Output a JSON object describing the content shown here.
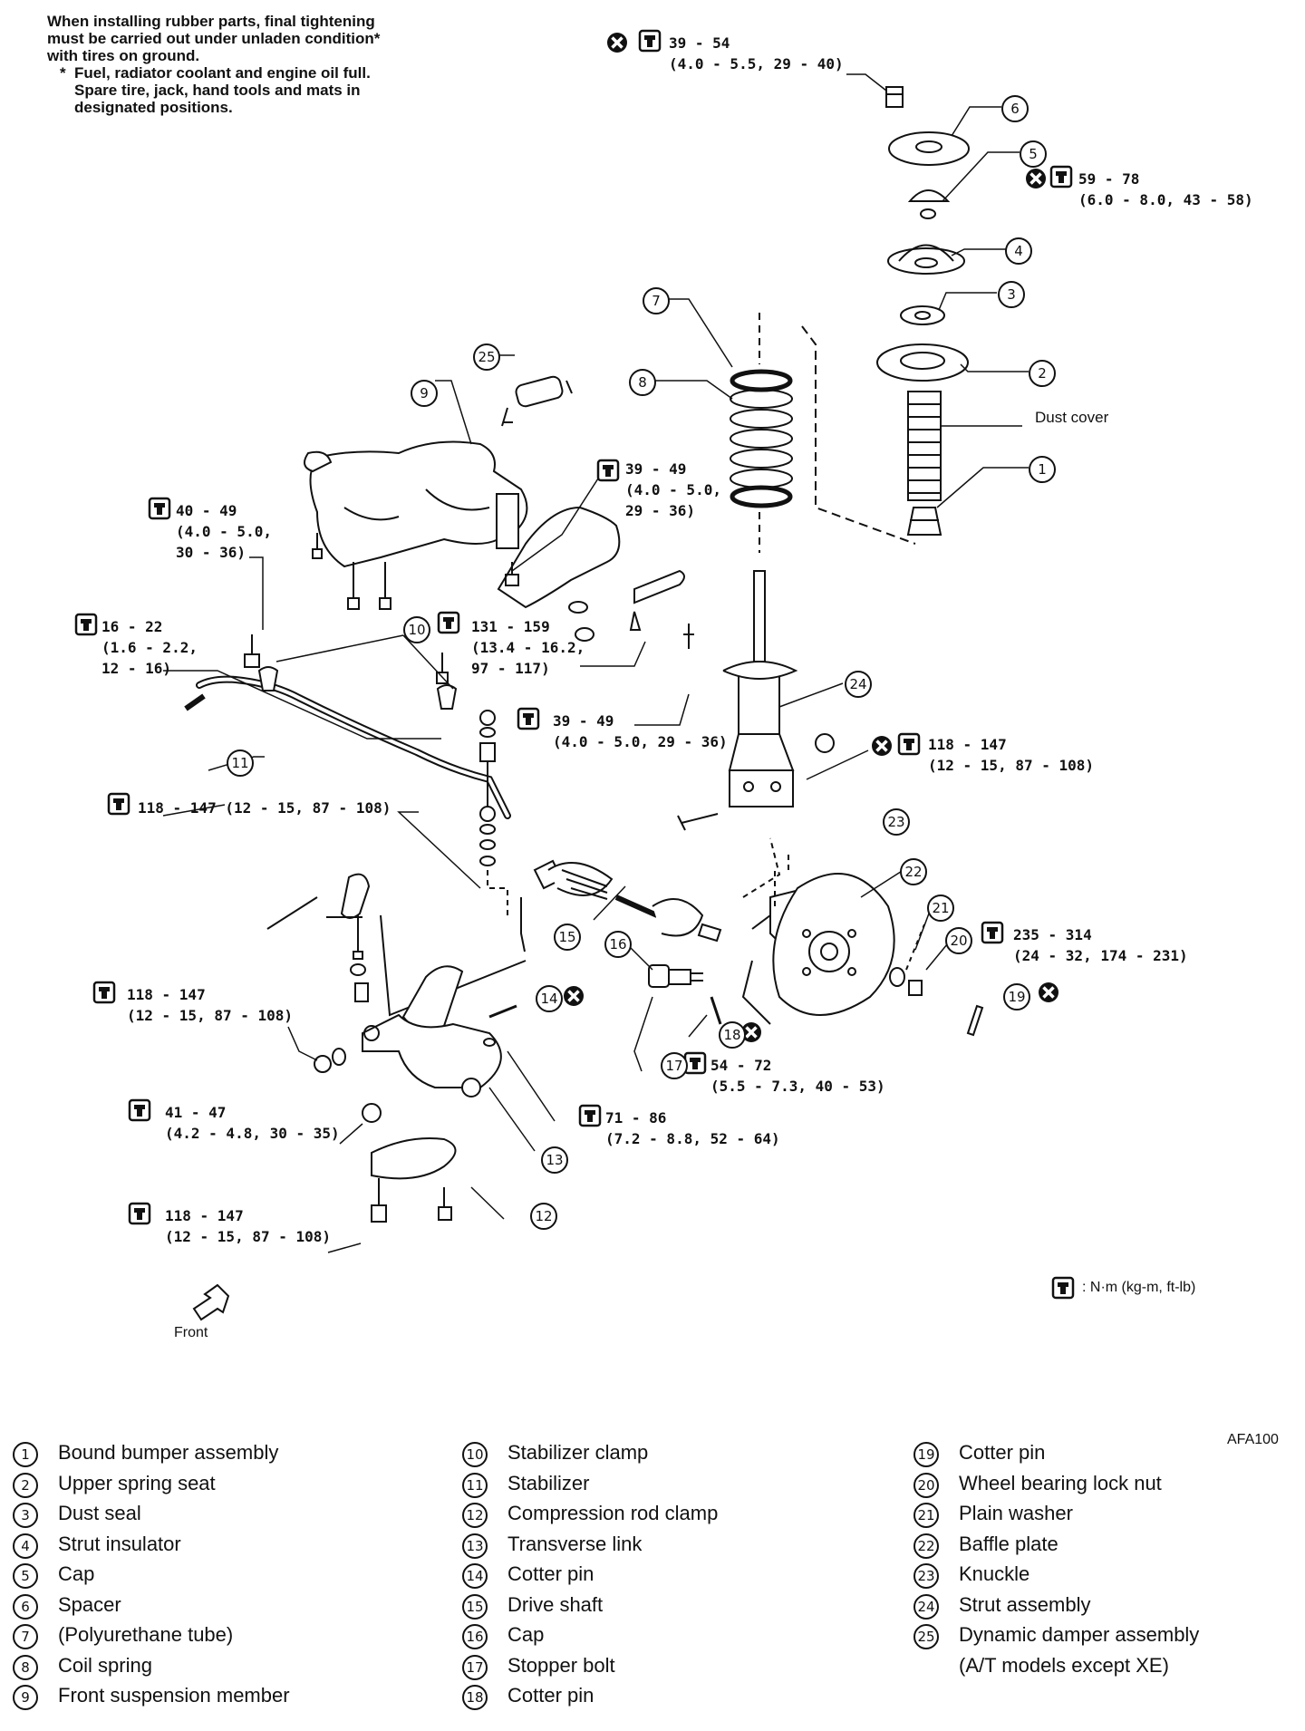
{
  "note": {
    "line1": "When installing rubber parts, final tightening",
    "line2": "must be carried out under unladen condition*",
    "line3": "with tires on ground.",
    "star": "*",
    "line4": "Fuel, radiator coolant and engine oil full.",
    "line5": "Spare tire, jack, hand tools and mats in",
    "line6": "designated positions."
  },
  "torques": {
    "t1": {
      "a": "39 - 54",
      "b": "(4.0 - 5.5, 29 - 40)"
    },
    "t2": {
      "a": "59 - 78",
      "b": "(6.0 - 8.0, 43 - 58)"
    },
    "t3": {
      "a": "39 - 49",
      "b": "(4.0 - 5.0,",
      "c": "29 - 36)"
    },
    "t4": {
      "a": "40 - 49",
      "b": "(4.0 - 5.0,",
      "c": "30 - 36)"
    },
    "t5": {
      "a": "16 - 22",
      "b": "(1.6 - 2.2,",
      "c": "12 - 16)"
    },
    "t6": {
      "a": "131 - 159",
      "b": "(13.4 - 16.2,",
      "c": "97 - 117)"
    },
    "t7": {
      "a": "39 - 49",
      "b": "(4.0 - 5.0, 29 - 36)"
    },
    "t8": {
      "a": "118 - 147",
      "b": "(12 - 15, 87 - 108)"
    },
    "t9": {
      "a": "118 - 147 (12 - 15, 87 - 108)"
    },
    "t10": {
      "a": "235 - 314",
      "b": "(24 - 32, 174 - 231)"
    },
    "t11": {
      "a": "118 - 147",
      "b": "(12 - 15, 87 - 108)"
    },
    "t12": {
      "a": "54 - 72",
      "b": "(5.5 - 7.3, 40 - 53)"
    },
    "t13": {
      "a": "41 - 47",
      "b": "(4.2 - 4.8, 30 - 35)"
    },
    "t14": {
      "a": "71 - 86",
      "b": "(7.2 - 8.8, 52 - 64)"
    },
    "t15": {
      "a": "118 - 147",
      "b": "(12 - 15, 87 - 108)"
    }
  },
  "labels": {
    "dust_cover": "Dust cover",
    "unit_text": ": N·m (kg-m, ft-lb)",
    "front": "Front",
    "code": "AFA100"
  },
  "parts": [
    {
      "num": "1",
      "name": "Bound bumper assembly"
    },
    {
      "num": "2",
      "name": "Upper spring seat"
    },
    {
      "num": "3",
      "name": "Dust seal"
    },
    {
      "num": "4",
      "name": "Strut insulator"
    },
    {
      "num": "5",
      "name": "Cap"
    },
    {
      "num": "6",
      "name": "Spacer"
    },
    {
      "num": "7",
      "name": "(Polyurethane tube)"
    },
    {
      "num": "8",
      "name": "Coil spring"
    },
    {
      "num": "9",
      "name": "Front suspension member"
    },
    {
      "num": "10",
      "name": "Stabilizer clamp"
    },
    {
      "num": "11",
      "name": "Stabilizer"
    },
    {
      "num": "12",
      "name": "Compression rod clamp"
    },
    {
      "num": "13",
      "name": "Transverse link"
    },
    {
      "num": "14",
      "name": "Cotter pin"
    },
    {
      "num": "15",
      "name": "Drive shaft"
    },
    {
      "num": "16",
      "name": "Cap"
    },
    {
      "num": "17",
      "name": "Stopper bolt"
    },
    {
      "num": "18",
      "name": "Cotter pin"
    },
    {
      "num": "19",
      "name": "Cotter pin"
    },
    {
      "num": "20",
      "name": "Wheel bearing lock nut"
    },
    {
      "num": "21",
      "name": "Plain washer"
    },
    {
      "num": "22",
      "name": "Baffle plate"
    },
    {
      "num": "23",
      "name": "Knuckle"
    },
    {
      "num": "24",
      "name": "Strut assembly"
    },
    {
      "num": "25",
      "name": "Dynamic damper assembly",
      "sub": "(A/T models except XE)"
    }
  ]
}
